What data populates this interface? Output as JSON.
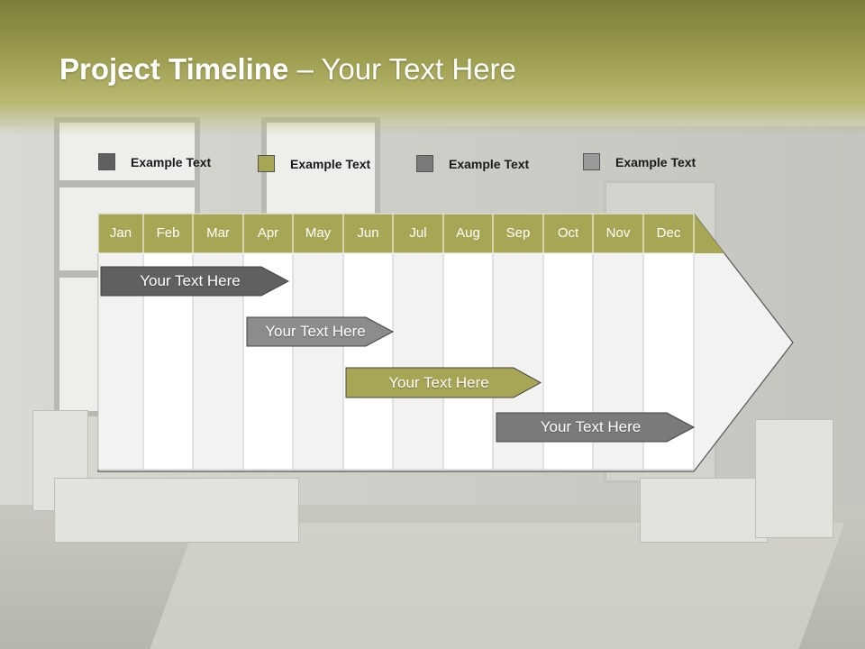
{
  "title": {
    "bold": "Project Timeline",
    "rest": " – Your Text Here"
  },
  "legend": [
    {
      "label": "Example Text",
      "color": "#606060"
    },
    {
      "label": "Example Text",
      "color": "#a7a655"
    },
    {
      "label": "Example Text",
      "color": "#7a7a7a"
    },
    {
      "label": "Example Text",
      "color": "#9a9a9a"
    }
  ],
  "months": [
    "Jan",
    "Feb",
    "Mar",
    "Apr",
    "May",
    "Jun",
    "Jul",
    "Aug",
    "Sep",
    "Oct",
    "Nov",
    "Dec"
  ],
  "tasks": [
    {
      "label": "Your  Text Here",
      "color": "#606060"
    },
    {
      "label": "Your  Text Here",
      "color": "#8c8c8c"
    },
    {
      "label": "Your  Text Here",
      "color": "#a7a655"
    },
    {
      "label": "Your  Text Here",
      "color": "#7a7a7a"
    }
  ],
  "colors": {
    "header": "#a7a655",
    "grid_light": "#f2f2f2",
    "grid_white": "#ffffff",
    "title": "#ffffff"
  }
}
